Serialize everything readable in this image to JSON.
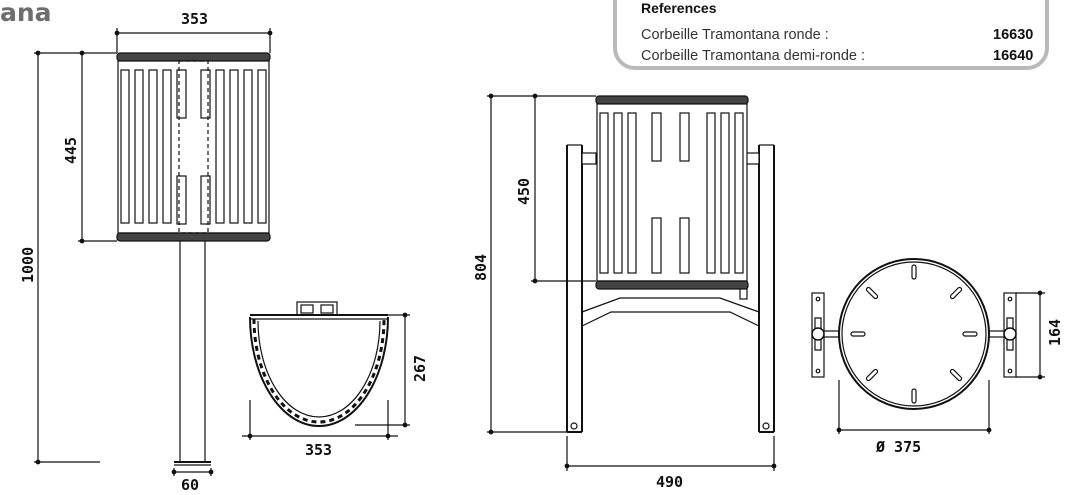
{
  "title_fragment": "ana",
  "references": {
    "title": "References",
    "items": [
      {
        "label": "Corbeille Tramontana ronde :",
        "code": "16630"
      },
      {
        "label": "Corbeille Tramontana demi-ronde :",
        "code": "16640"
      }
    ]
  },
  "dimensions": {
    "pole_top_width": "353",
    "pole_bin_height": "445",
    "pole_total_height": "1000",
    "pole_base_width": "60",
    "half_round_depth": "267",
    "half_round_width": "353",
    "frame_bin_height": "450",
    "frame_total_height": "804",
    "frame_width": "490",
    "round_bracket_height": "164",
    "round_diameter": "Ø 375"
  }
}
